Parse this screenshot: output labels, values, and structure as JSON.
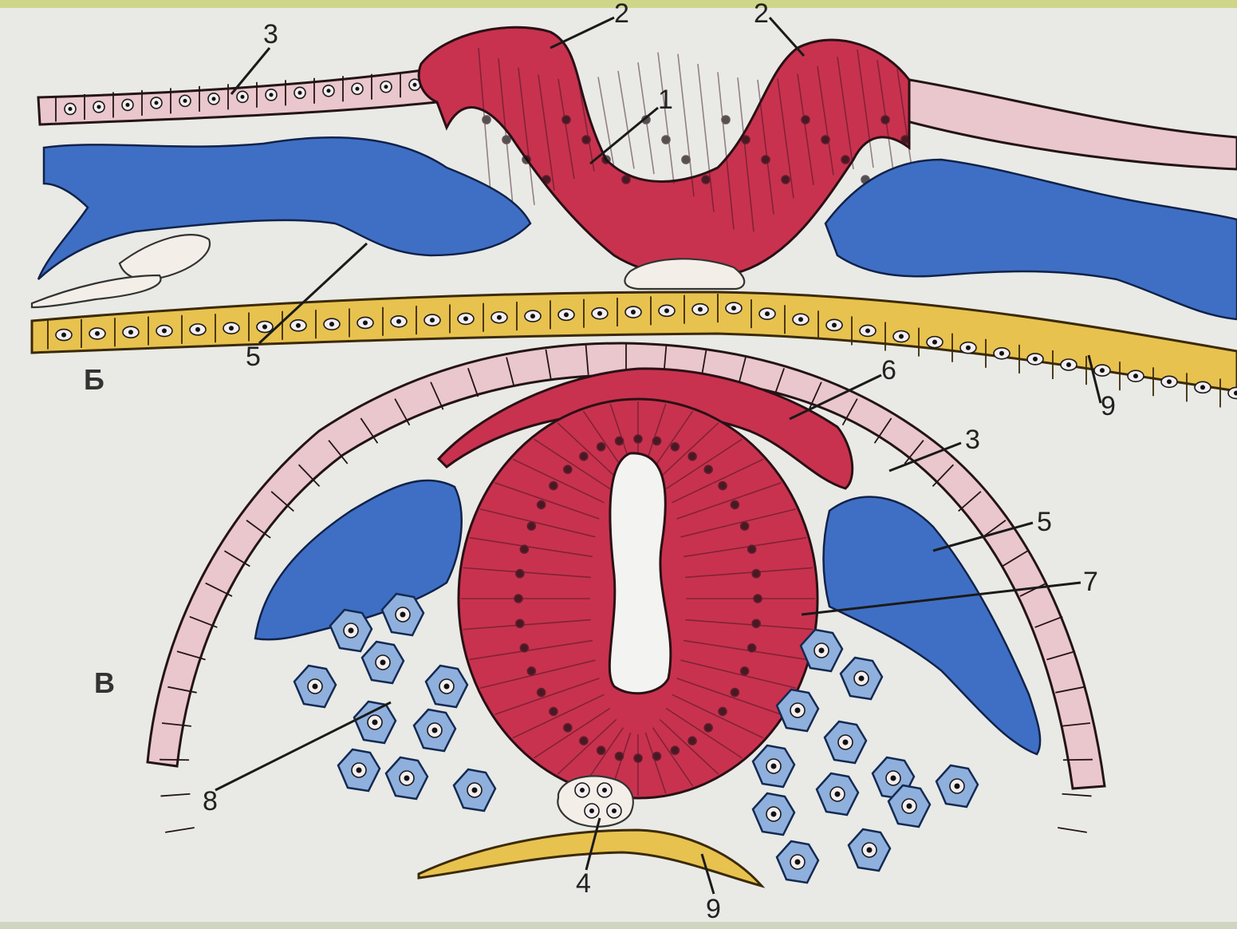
{
  "diagram": {
    "panel_labels": [
      "Б",
      "В"
    ],
    "numbers": {
      "n1": "1",
      "n2a": "2",
      "n2b": "2",
      "n3a": "3",
      "n3b": "3",
      "n4": "4",
      "n5a": "5",
      "n5b": "5",
      "n6": "6",
      "n7": "7",
      "n8": "8",
      "n9a": "9",
      "n9b": "9"
    }
  },
  "colors": {
    "neural_tube": "#c8324e",
    "ectoderm": "#e9c7cc",
    "neural_crest": "#3f6fc4",
    "mesenchyme": "#8fb0dc",
    "endoderm": "#e8c24f",
    "background": "#e9eae6"
  }
}
